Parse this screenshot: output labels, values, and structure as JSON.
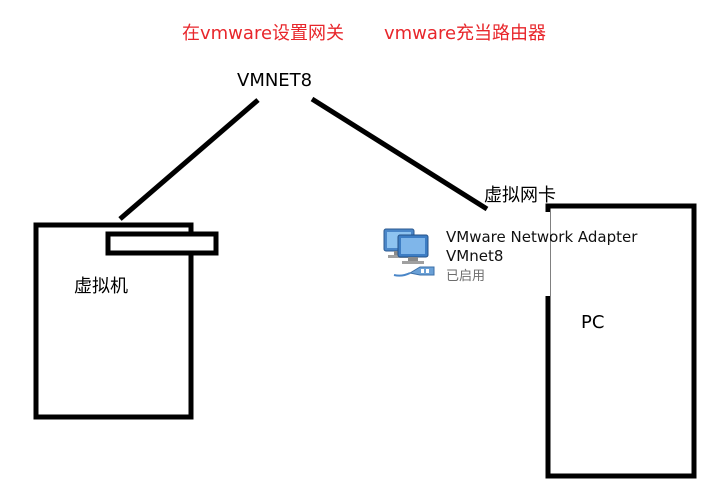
{
  "titles": {
    "gateway": "在vmware设置网关",
    "router": "vmware充当路由器",
    "color": "#e8262b"
  },
  "nodes": {
    "vmnet": "VMNET8",
    "virtual_nic": "虚拟网卡",
    "vm": "虚拟机",
    "pc": "PC"
  },
  "adapter": {
    "name": "VMware Network Adapter",
    "sub": "VMnet8",
    "status": "已启用",
    "icon": "network-adapter-icon"
  }
}
